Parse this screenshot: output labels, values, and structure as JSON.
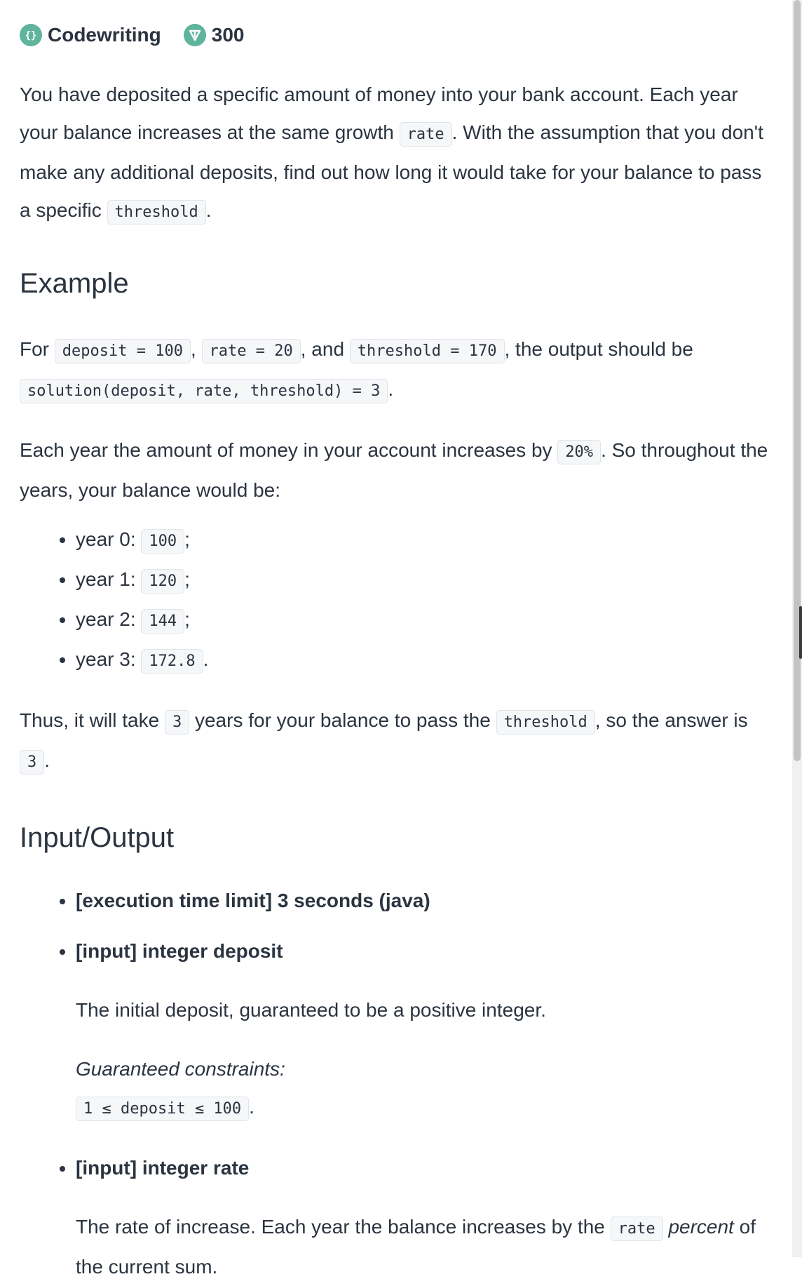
{
  "header": {
    "title": "Codewriting",
    "score": "300"
  },
  "intro": {
    "t1": "You have deposited a specific amount of money into your bank account. Each year your balance increases at the same growth ",
    "c1": "rate",
    "t2": ". With the assumption that you don't make any additional deposits, find out how long it would take for your balance to pass a specific ",
    "c2": "threshold",
    "t3": "."
  },
  "example": {
    "heading": "Example",
    "p1": {
      "t1": "For ",
      "c1": "deposit = 100",
      "t2": ", ",
      "c2": "rate = 20",
      "t3": ", and ",
      "c3": "threshold = 170",
      "t4": ", the output should be ",
      "c4": "solution(deposit, rate, threshold) = 3",
      "t5": "."
    },
    "p2": {
      "t1": "Each year the amount of money in your account increases by ",
      "c1": "20%",
      "t2": ". So throughout the years, your balance would be:"
    },
    "years": [
      {
        "label": "year 0: ",
        "value": "100",
        "end": ";"
      },
      {
        "label": "year 1: ",
        "value": "120",
        "end": ";"
      },
      {
        "label": "year 2: ",
        "value": "144",
        "end": ";"
      },
      {
        "label": "year 3: ",
        "value": "172.8",
        "end": "."
      }
    ],
    "p3": {
      "t1": "Thus, it will take ",
      "c1": "3",
      "t2": " years for your balance to pass the ",
      "c2": "threshold",
      "t3": ", so the answer is ",
      "c3": "3",
      "t4": "."
    }
  },
  "io": {
    "heading": "Input/Output",
    "time_limit": "[execution time limit] 3 seconds (java)",
    "deposit": {
      "label": "[input] integer deposit",
      "desc": "The initial deposit, guaranteed to be a positive integer.",
      "constraints_label": "Guaranteed constraints:",
      "constraint": "1 ≤ deposit ≤ 100",
      "end": "."
    },
    "rate": {
      "label": "[input] integer rate",
      "t1": "The rate of increase. Each year the balance increases by the ",
      "c1": "rate",
      "t2": " ",
      "t3": "percent",
      "t4": " of the current sum."
    }
  }
}
